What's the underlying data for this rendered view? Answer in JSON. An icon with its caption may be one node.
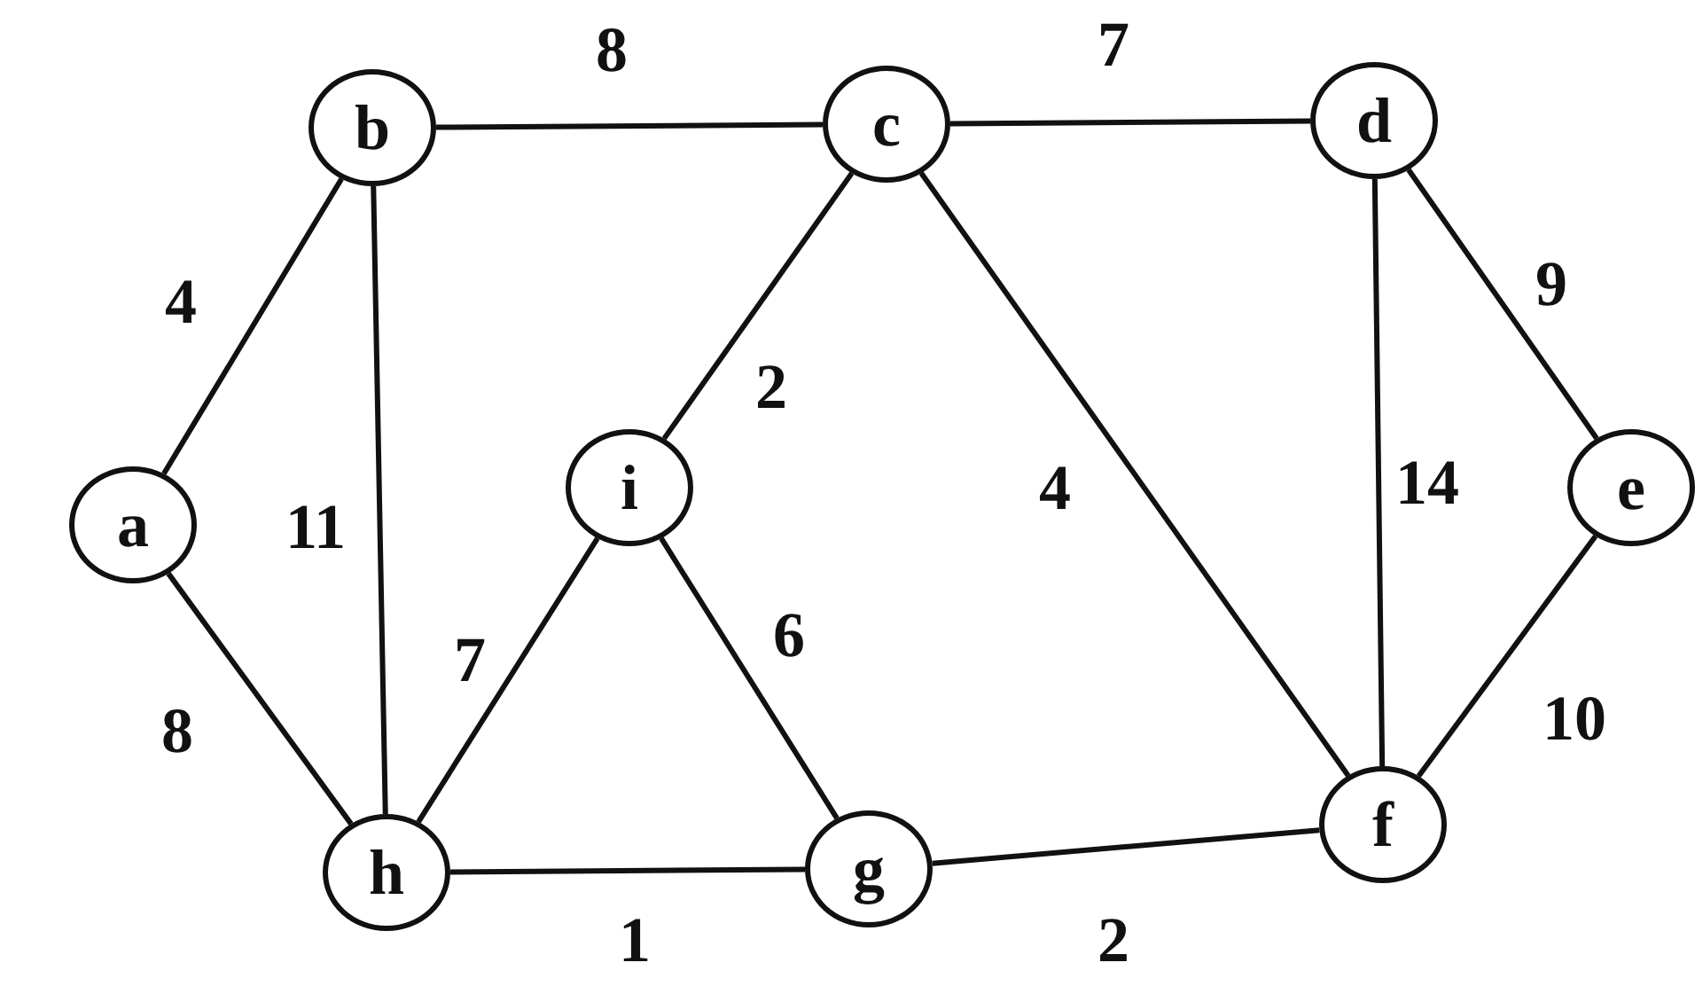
{
  "diagram": {
    "nodes": [
      {
        "text": [
          "a"
        ]
      },
      {
        "text": [
          "b"
        ]
      },
      {
        "text": [
          "c"
        ]
      },
      {
        "text": [
          "d"
        ]
      },
      {
        "text": [
          "e"
        ]
      },
      {
        "text": [
          "f"
        ]
      },
      {
        "text": [
          "g"
        ]
      },
      {
        "text": [
          "h"
        ]
      },
      {
        "text": [
          "i"
        ]
      }
    ],
    "edges": [
      {
        "from": 0,
        "to": 1,
        "arrow": "none",
        "label": "4"
      },
      {
        "from": 0,
        "to": 7,
        "arrow": "none",
        "label": "8"
      },
      {
        "from": 1,
        "to": 2,
        "arrow": "none",
        "label": "8"
      },
      {
        "from": 1,
        "to": 7,
        "arrow": "none",
        "label": "11"
      },
      {
        "from": 2,
        "to": 3,
        "arrow": "none",
        "label": "7"
      },
      {
        "from": 2,
        "to": 8,
        "arrow": "none",
        "label": "2"
      },
      {
        "from": 2,
        "to": 5,
        "arrow": "none",
        "label": "4"
      },
      {
        "from": 3,
        "to": 5,
        "arrow": "none",
        "label": "14"
      },
      {
        "from": 3,
        "to": 4,
        "arrow": "none",
        "label": "9"
      },
      {
        "from": 4,
        "to": 5,
        "arrow": "none",
        "label": "10"
      },
      {
        "from": 8,
        "to": 7,
        "arrow": "none",
        "label": "7"
      },
      {
        "from": 8,
        "to": 6,
        "arrow": "none",
        "label": "6"
      },
      {
        "from": 7,
        "to": 6,
        "arrow": "none",
        "label": "1"
      },
      {
        "from": 6,
        "to": 5,
        "arrow": "none",
        "label": "2"
      }
    ]
  }
}
